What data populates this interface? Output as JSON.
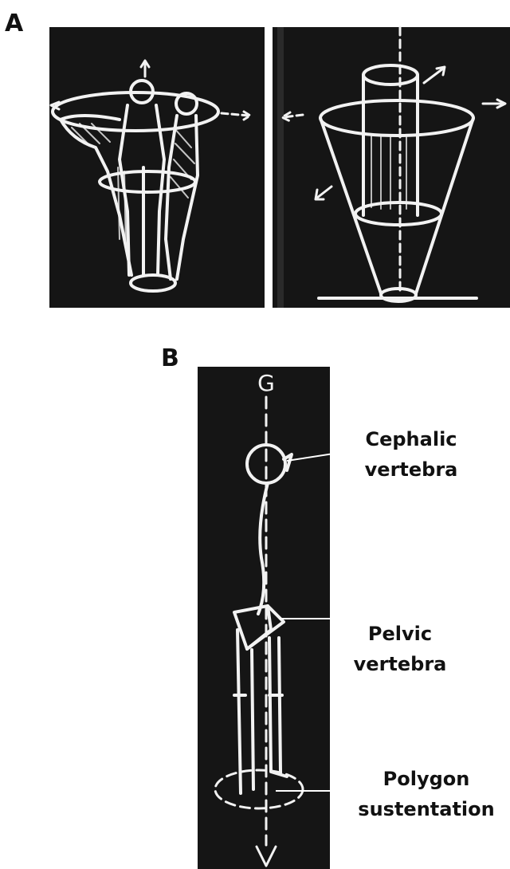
{
  "panels": {
    "a": {
      "letter": "A"
    },
    "b": {
      "letter": "B",
      "axis_label": "G"
    }
  },
  "labels": {
    "cephalic": {
      "line1": "Cephalic",
      "line2": "vertebra"
    },
    "pelvic": {
      "line1": "Pelvic",
      "line2": "vertebra"
    },
    "polygon": {
      "line1": "Polygon",
      "line2": "sustentation"
    }
  }
}
